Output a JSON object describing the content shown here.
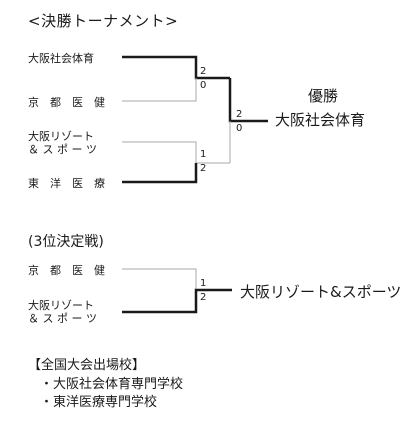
{
  "final": {
    "title": "<決勝トーナメント>",
    "teams": [
      "大阪社会体育",
      "京　都　医　健",
      "大阪リゾート\n＆ ス ポ ー ツ",
      "東　洋　医　療"
    ],
    "semi1": {
      "top_score": "2",
      "bottom_score": "0"
    },
    "semi2": {
      "top_score": "1",
      "bottom_score": "2"
    },
    "final_match": {
      "top_score": "2",
      "bottom_score": "0"
    },
    "winner_heading": "優勝",
    "winner": "大阪社会体育"
  },
  "third_place": {
    "title": "(3位決定戦)",
    "teams": [
      "京　都　医　健",
      "大阪リゾート\n＆ ス ポ ー ツ"
    ],
    "match": {
      "top_score": "1",
      "bottom_score": "2"
    },
    "winner": "大阪リゾート&スポーツ"
  },
  "nationals": {
    "heading": "【全国大会出場校】",
    "schools": [
      "・大阪社会体育専門学校",
      "・東洋医療専門学校"
    ]
  },
  "colors": {
    "win_line": "#1a1a1a",
    "lose_line": "#a8a8a8"
  }
}
